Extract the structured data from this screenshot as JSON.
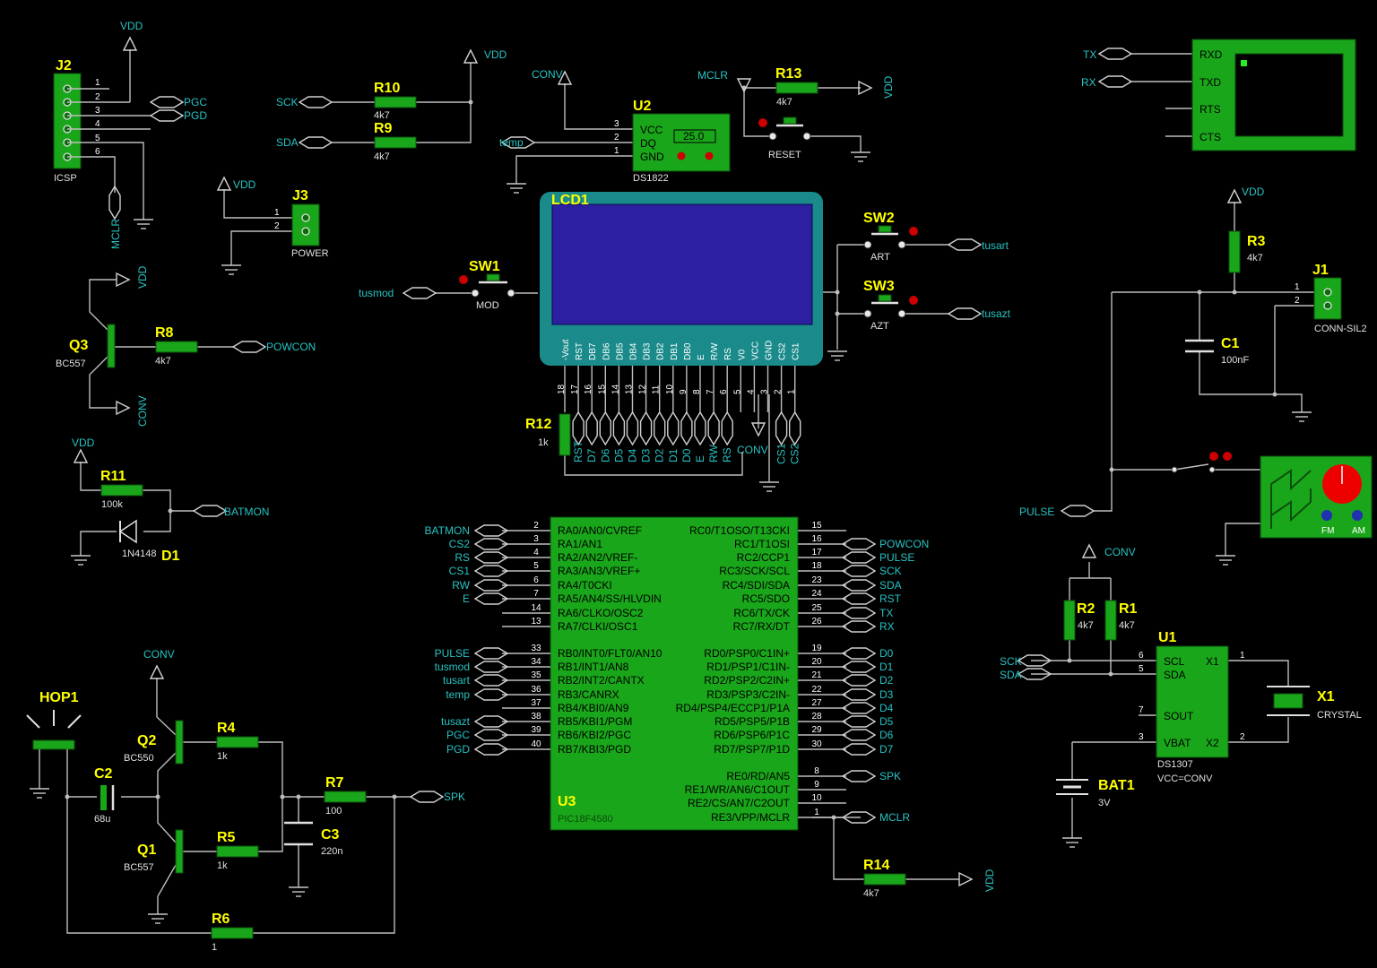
{
  "power_labels": {
    "vdd": "VDD",
    "conv": "CONV",
    "mclr": "MCLR"
  },
  "j2": {
    "ref": "J2",
    "value": "ICSP",
    "pins": [
      "1",
      "2",
      "3",
      "4",
      "5",
      "6"
    ],
    "nets": [
      "PGC",
      "PGD"
    ],
    "mclr": "MCLR"
  },
  "r10": {
    "ref": "R10",
    "value": "4k7"
  },
  "r9": {
    "ref": "R9",
    "value": "4k7"
  },
  "sck_sda": {
    "sck": "SCK",
    "sda": "SDA"
  },
  "j3": {
    "ref": "J3",
    "value": "POWER",
    "pins": [
      "1",
      "2"
    ]
  },
  "u2": {
    "ref": "U2",
    "value": "DS1822",
    "pins": [
      "VCC",
      "DQ",
      "GND"
    ],
    "pin_nums": [
      "3",
      "2",
      "1"
    ],
    "display": "25.0",
    "net": "temp"
  },
  "r13": {
    "ref": "R13",
    "value": "4k7"
  },
  "reset": {
    "label": "RESET"
  },
  "uart": {
    "ref": "TX",
    "rx": "RX",
    "pins": [
      "RXD",
      "TXD",
      "RTS",
      "CTS"
    ]
  },
  "lcd": {
    "ref": "LCD1",
    "pins": [
      "-Vout",
      "RST",
      "DB7",
      "DB6",
      "DB5",
      "DB4",
      "DB3",
      "DB2",
      "DB1",
      "DB0",
      "E",
      "R/W",
      "RS",
      "V0",
      "VCC",
      "GND",
      "CS2",
      "CS1"
    ],
    "pin_nums": [
      "18",
      "17",
      "16",
      "15",
      "14",
      "13",
      "12",
      "11",
      "10",
      "9",
      "8",
      "7",
      "6",
      "5",
      "4",
      "3",
      "2",
      "1"
    ],
    "nets": [
      "RST",
      "D7",
      "D6",
      "D5",
      "D4",
      "D3",
      "D2",
      "D1",
      "D0",
      "E",
      "RW",
      "RS",
      "CONV",
      "CS1",
      "CS2"
    ]
  },
  "sw1": {
    "ref": "SW1",
    "value": "MOD",
    "net": "tusmod"
  },
  "sw2": {
    "ref": "SW2",
    "value": "ART",
    "net": "tusart"
  },
  "sw3": {
    "ref": "SW3",
    "value": "AZT",
    "net": "tusazt"
  },
  "q3": {
    "ref": "Q3",
    "value": "BC557"
  },
  "r8": {
    "ref": "R8",
    "value": "4k7",
    "net": "POWCON"
  },
  "r12": {
    "ref": "R12",
    "value": "1k"
  },
  "r3": {
    "ref": "R3",
    "value": "4k7"
  },
  "j1": {
    "ref": "J1",
    "value": "CONN-SIL2",
    "pins": [
      "1",
      "2"
    ]
  },
  "c1": {
    "ref": "C1",
    "value": "100nF"
  },
  "r11": {
    "ref": "R11",
    "value": "100k",
    "net": "BATMON"
  },
  "d1": {
    "ref": "D1",
    "value": "1N4148"
  },
  "pulse": {
    "net": "PULSE"
  },
  "u3": {
    "ref": "U3",
    "value": "PIC18F4580",
    "left_pins": [
      [
        "2",
        "RA0/AN0/CVREF",
        "BATMON"
      ],
      [
        "3",
        "RA1/AN1",
        "CS2"
      ],
      [
        "4",
        "RA2/AN2/VREF-",
        "RS"
      ],
      [
        "5",
        "RA3/AN3/VREF+",
        "CS1"
      ],
      [
        "6",
        "RA4/T0CKI",
        "RW"
      ],
      [
        "7",
        "RA5/AN4/SS/HLVDIN",
        "E"
      ],
      [
        "14",
        "RA6/CLKO/OSC2",
        ""
      ],
      [
        "13",
        "RA7/CLKI/OSC1",
        ""
      ],
      [
        "33",
        "RB0/INT0/FLT0/AN10",
        "PULSE"
      ],
      [
        "34",
        "RB1/INT1/AN8",
        "tusmod"
      ],
      [
        "35",
        "RB2/INT2/CANTX",
        "tusart"
      ],
      [
        "36",
        "RB3/CANRX",
        "temp"
      ],
      [
        "37",
        "RB4/KBI0/AN9",
        ""
      ],
      [
        "38",
        "RB5/KBI1/PGM",
        "tusazt"
      ],
      [
        "39",
        "RB6/KBI2/PGC",
        "PGC"
      ],
      [
        "40",
        "RB7/KBI3/PGD",
        "PGD"
      ]
    ],
    "right_pins": [
      [
        "15",
        "RC0/T1OSO/T13CKI",
        ""
      ],
      [
        "16",
        "RC1/T1OSI",
        "POWCON"
      ],
      [
        "17",
        "RC2/CCP1",
        "PULSE"
      ],
      [
        "18",
        "RC3/SCK/SCL",
        "SCK"
      ],
      [
        "23",
        "RC4/SDI/SDA",
        "SDA"
      ],
      [
        "24",
        "RC5/SDO",
        "RST"
      ],
      [
        "25",
        "RC6/TX/CK",
        "TX"
      ],
      [
        "26",
        "RC7/RX/DT",
        "RX"
      ],
      [
        "19",
        "RD0/PSP0/C1IN+",
        "D0"
      ],
      [
        "20",
        "RD1/PSP1/C1IN-",
        "D1"
      ],
      [
        "21",
        "RD2/PSP2/C2IN+",
        "D2"
      ],
      [
        "22",
        "RD3/PSP3/C2IN-",
        "D3"
      ],
      [
        "27",
        "RD4/PSP4/ECCP1/P1A",
        "D4"
      ],
      [
        "28",
        "RD5/PSP5/P1B",
        "D5"
      ],
      [
        "29",
        "RD6/PSP6/P1C",
        "D6"
      ],
      [
        "30",
        "RD7/PSP7/P1D",
        "D7"
      ],
      [
        "8",
        "RE0/RD/AN5",
        "SPK"
      ],
      [
        "9",
        "RE1/WR/AN6/C1OUT",
        ""
      ],
      [
        "10",
        "RE2/CS/AN7/C2OUT",
        ""
      ],
      [
        "1",
        "RE3/VPP/MCLR",
        "MCLR"
      ]
    ]
  },
  "r14": {
    "ref": "R14",
    "value": "4k7"
  },
  "r2": {
    "ref": "R2",
    "value": "4k7"
  },
  "r1": {
    "ref": "R1",
    "value": "4k7"
  },
  "u1": {
    "ref": "U1",
    "value": "DS1307",
    "note": "VCC=CONV",
    "pins": [
      "SCL",
      "SDA",
      "SOUT",
      "VBAT",
      "X1",
      "X2"
    ],
    "pin_nums": [
      "6",
      "5",
      "7",
      "3",
      "1",
      "2"
    ]
  },
  "x1": {
    "ref": "X1",
    "value": "CRYSTAL"
  },
  "bat1": {
    "ref": "BAT1",
    "value": "3V"
  },
  "hop1": {
    "ref": "HOP1"
  },
  "c2": {
    "ref": "C2",
    "value": "68u"
  },
  "q2": {
    "ref": "Q2",
    "value": "BC550"
  },
  "q1": {
    "ref": "Q1",
    "value": "BC557"
  },
  "r4": {
    "ref": "R4",
    "value": "1k"
  },
  "r5": {
    "ref": "R5",
    "value": "1k"
  },
  "r7": {
    "ref": "R7",
    "value": "100",
    "net": "SPK"
  },
  "c3": {
    "ref": "C3",
    "value": "220n"
  },
  "r6": {
    "ref": "R6",
    "value": "1"
  },
  "pulse_gen": {
    "labels": [
      "FM",
      "AM"
    ]
  },
  "colors": {
    "background": "#000000",
    "wire": "#bdbdbd",
    "component": "#1aa61a",
    "net_label": "#27c3c3",
    "ref_label": "#ffff00",
    "lcd_screen": "#2c1fa0",
    "lcd_frame": "#1a8a8a"
  }
}
